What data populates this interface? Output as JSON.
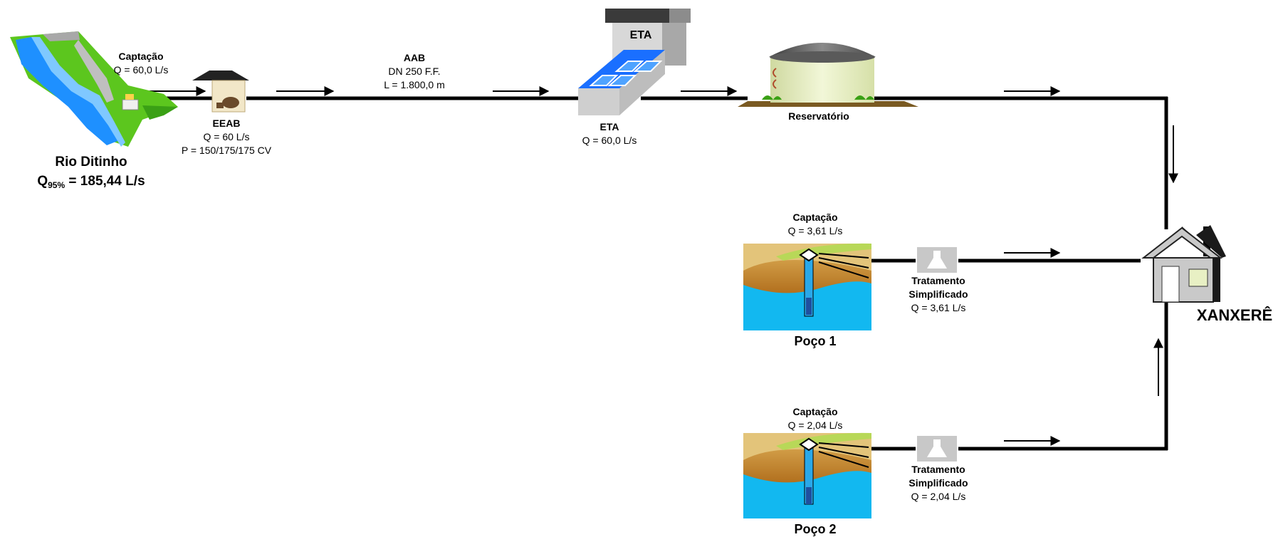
{
  "source": {
    "name": "Rio Ditinho",
    "flow_prefix": "Q",
    "flow_subscript": "95%",
    "flow_value": " = 185,44 L/s"
  },
  "intake_main": {
    "title": "Captação",
    "flow": "Q = 60,0 L/s"
  },
  "eeab": {
    "title": "EEAB",
    "flow": "Q = 60 L/s",
    "power": "P = 150/175/175 CV"
  },
  "aab": {
    "title": "AAB",
    "diameter": "DN 250 F.F.",
    "length": "L = 1.800,0 m"
  },
  "eta": {
    "sign": "ETA",
    "title": "ETA",
    "flow": "Q = 60,0 L/s"
  },
  "reservoir": {
    "title": "Reservatório"
  },
  "well1": {
    "intake_title": "Captação",
    "intake_flow": "Q = 3,61 L/s",
    "name": "Poço 1",
    "treatment_line1": "Tratamento",
    "treatment_line2": "Simplificado",
    "treatment_flow": "Q = 3,61 L/s"
  },
  "well2": {
    "intake_title": "Captação",
    "intake_flow": "Q = 2,04 L/s",
    "name": "Poço 2",
    "treatment_line1": "Tratamento",
    "treatment_line2": "Simplificado",
    "treatment_flow": "Q = 2,04 L/s"
  },
  "city": {
    "name": "XANXERÊ"
  },
  "colors": {
    "pipe": "#000000",
    "river": "#1e90ff",
    "grass": "#5cc61e",
    "sky_panel": "#1a6fff",
    "tank_body": "#e8f0c4",
    "roof": "#6b6b6b",
    "ground": "#c98b2e",
    "water": "#12b8f0",
    "treatment_box": "#c8c8c8",
    "house": "#c9c9c9"
  }
}
